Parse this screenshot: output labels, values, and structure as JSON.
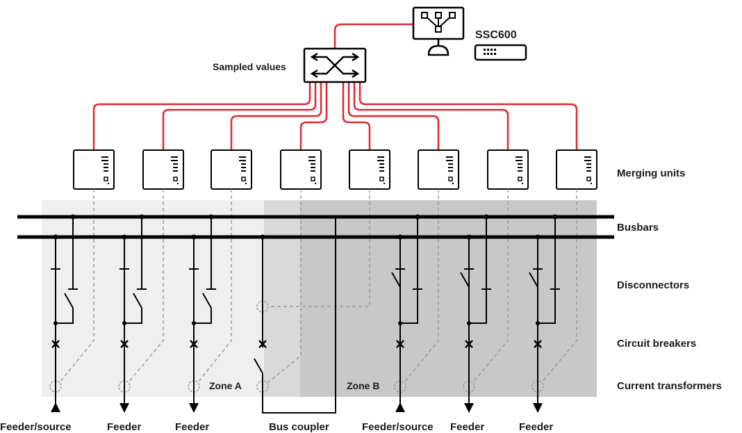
{
  "labels": {
    "sampled_values": "Sampled values",
    "ssc600": "SSC600",
    "merging_units": "Merging units",
    "busbars": "Busbars",
    "disconnectors": "Disconnectors",
    "circuit_breakers": "Circuit breakers",
    "current_transformers": "Current transformers",
    "zone_a": "Zone A",
    "zone_b": "Zone B"
  },
  "bays": [
    {
      "label": "Feeder/source",
      "type": "source"
    },
    {
      "label": "Feeder",
      "type": "feeder"
    },
    {
      "label": "Feeder",
      "type": "feeder"
    },
    {
      "label": "Bus coupler",
      "type": "coupler"
    },
    {
      "label": "Feeder/source",
      "type": "source"
    },
    {
      "label": "Feeder",
      "type": "feeder"
    },
    {
      "label": "Feeder",
      "type": "feeder"
    }
  ],
  "merging_unit_count": 8,
  "colors": {
    "ethernet": "#e0262f",
    "line": "#000000",
    "zone_a_bg": "#efefef",
    "zone_mid_bg": "#d9d9d9",
    "zone_b_bg": "#c8c8c8",
    "dashed": "#9a9a9a"
  },
  "icons": {
    "switch": "network-switch-icon",
    "workstation": "workstation-monitor-icon",
    "ssc600_device": "ssc600-device-icon"
  }
}
